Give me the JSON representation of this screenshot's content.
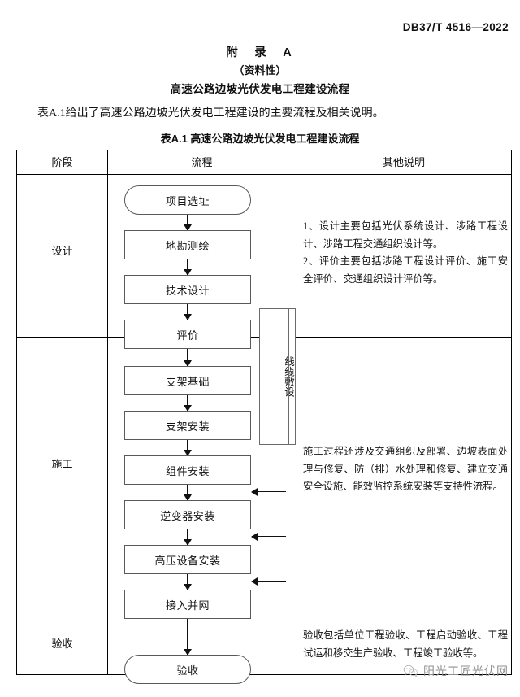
{
  "header": {
    "standard_no": "DB37/T 4516—2022"
  },
  "titles": {
    "annex": "附　录　A",
    "annex_type": "（资料性）",
    "annex_name": "高速公路边坡光伏发电工程建设流程",
    "intro": "表A.1给出了高速公路边坡光伏发电工程建设的主要流程及相关说明。",
    "table_caption": "表A.1 高速公路边坡光伏发电工程建设流程"
  },
  "table": {
    "columns": [
      "阶段",
      "流程",
      "其他说明"
    ],
    "rows": [
      {
        "stage": "设计",
        "note": "1、设计主要包括光伏系统设计、涉路工程设计、涉路工程交通组织设计等。\n2、评价主要包括涉路工程设计评价、施工安全评价、交通组织设计评价等。",
        "nodes": [
          "项目选址",
          "地勘测绘",
          "技术设计",
          "评价"
        ]
      },
      {
        "stage": "施工",
        "note": "施工过程还涉及交通组织及部署、边坡表面处理与修复、防（排）水处理和修复、建立交通安全设施、能效监控系统安装等支持性流程。",
        "nodes": [
          "支架基础",
          "支架安装",
          "组件安装",
          "逆变器安装",
          "高压设备安装",
          "接入并网"
        ],
        "side_node": "线缆敷设"
      },
      {
        "stage": "验收",
        "note": "验收包括单位工程验收、工程启动验收、工程试运和移交生产验收、工程竣工验收等。",
        "nodes": [
          "验收"
        ]
      }
    ]
  },
  "watermark": {
    "icon": "wechat-icon",
    "text": "阳光工匠光伏网"
  }
}
